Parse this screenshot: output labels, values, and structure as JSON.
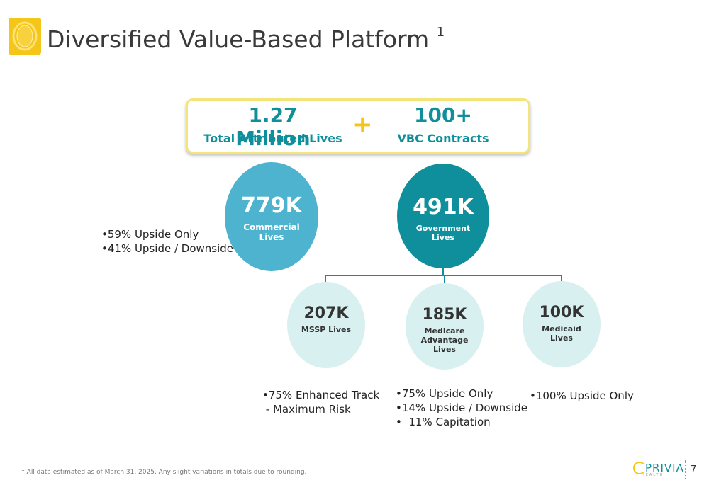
{
  "title": "Diversified Value-Based Platform",
  "title_footnote_mark": "1",
  "summary": {
    "left_value": "1.27 Million",
    "left_label": "Total Attributed Lives",
    "plus": "+",
    "right_value": "100+",
    "right_label": "VBC Contracts"
  },
  "commercial": {
    "value": "779K",
    "label_line1": "Commercial",
    "label_line2": "Lives",
    "bullets": [
      "•59% Upside Only",
      "•41% Upside / Downside"
    ]
  },
  "government": {
    "value": "491K",
    "label_line1": "Government",
    "label_line2": "Lives"
  },
  "mssp": {
    "value": "207K",
    "label": "MSSP Lives",
    "bullets": [
      "•75% Enhanced Track",
      " - Maximum Risk"
    ]
  },
  "medicare_adv": {
    "value": "185K",
    "label_line1": "Medicare",
    "label_line2": "Advantage",
    "label_line3": "Lives",
    "bullets": [
      "•75% Upside Only",
      "•14% Upside / Downside",
      "•  11% Capitation"
    ]
  },
  "medicaid": {
    "value": "100K",
    "label_line1": "Medicaid",
    "label_line2": "Lives",
    "bullets": [
      "•100% Upside Only"
    ]
  },
  "footnote_mark": "1",
  "footnote": "All data estimated as of March 31, 2025. Any slight variations in totals due to rounding.",
  "brand": {
    "name": "PRIVIA",
    "sub": "HEALTH"
  },
  "page_number": "7",
  "colors": {
    "teal_dark": "#0f8f9b",
    "teal_light": "#4db3cf",
    "pale": "#d8f0f0",
    "yellow": "#f5c518"
  }
}
